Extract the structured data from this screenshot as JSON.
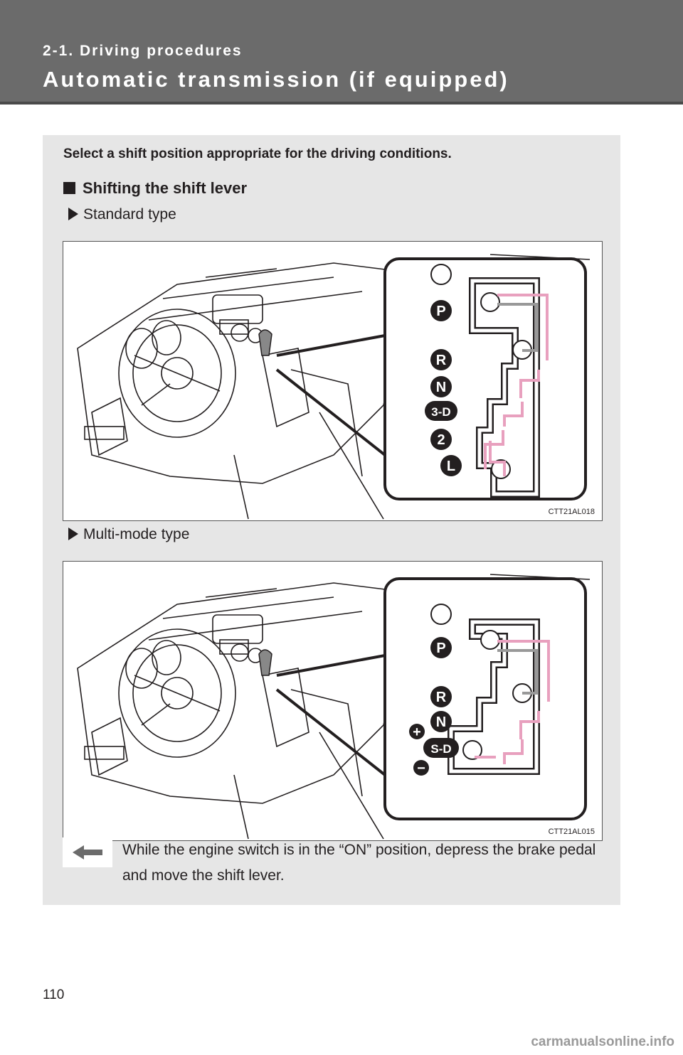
{
  "header": {
    "chapter": "2-1. Driving procedures",
    "title": "Automatic transmission (if equipped)"
  },
  "intro": "Select a shift position appropriate for the driving conditions.",
  "section": {
    "title": "Shifting the shift lever"
  },
  "figures": [
    {
      "label": "Standard type",
      "code": "CTT21AL018",
      "positions": [
        "P",
        "R",
        "N",
        "3-D",
        "2",
        "L"
      ]
    },
    {
      "label": "Multi-mode type",
      "code": "CTT21AL015",
      "positions": [
        "P",
        "R",
        "N",
        "S-D"
      ],
      "symbols": [
        "+",
        "−"
      ]
    }
  ],
  "note": "While the engine switch is in the “ON” position, depress the brake pedal and move the shift lever.",
  "page_number": "110",
  "footer": "carmanualsonline.info",
  "colors": {
    "header": "#6b6b6b",
    "panel": "#e6e6e6",
    "arrow_pink": "#e8a0be",
    "arrow_gray": "#999999"
  }
}
